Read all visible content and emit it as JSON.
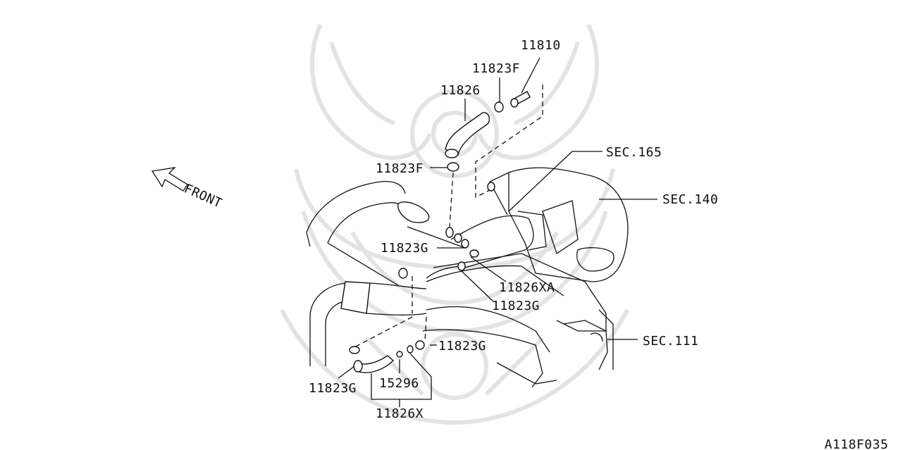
{
  "labels": {
    "p11810": "11810",
    "p11823f_top": "11823F",
    "p11826": "11826",
    "sec165": "SEC.165",
    "p11823f_mid": "11823F",
    "sec140": "SEC.140",
    "front": "FRONT",
    "p11823g_left": "11823G",
    "p11826xa": "11826XA",
    "p11823g_mid": "11823G",
    "sec111": "SEC.111",
    "p11823g_low": "11823G",
    "p11823g_bottom": "11823G",
    "p15296": "15296",
    "p11826x": "11826X",
    "diagram_code": "A118F035"
  },
  "colors": {
    "ink": "#111111",
    "watermark": "#e3e3e3",
    "background": "#ffffff"
  },
  "icons": {
    "front_arrow": "front-arrow-icon",
    "watermark": "samurai-helmet-watermark-icon"
  }
}
